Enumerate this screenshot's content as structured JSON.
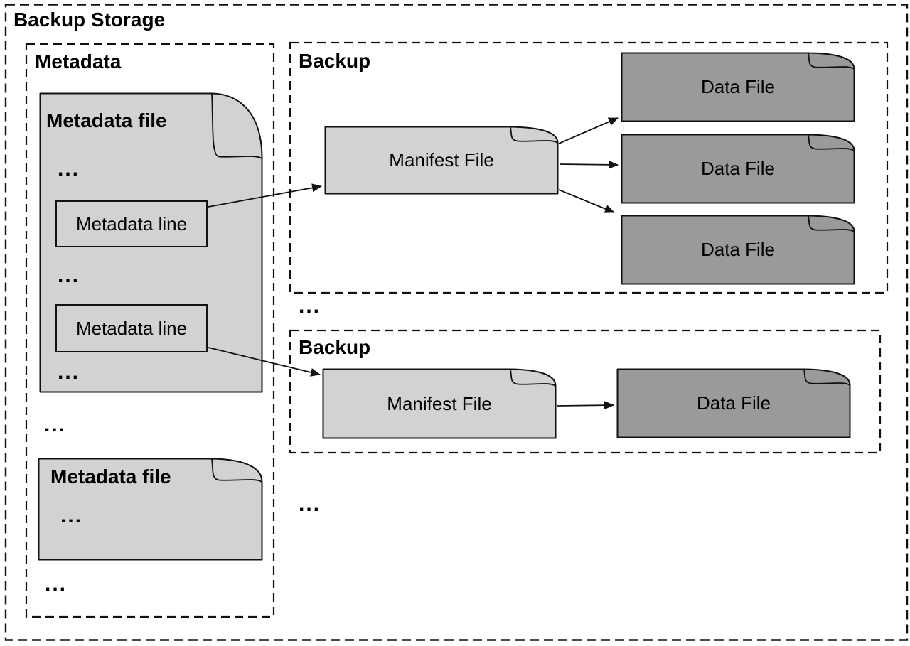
{
  "diagram": {
    "title": "Backup Storage",
    "metadata_section": {
      "label": "Metadata",
      "file1": {
        "title": "Metadata file",
        "ellipsis1": "...",
        "line1": "Metadata line",
        "ellipsis2": "...",
        "line2": "Metadata line",
        "ellipsis3": "..."
      },
      "ellipsis_between_files": "...",
      "file2": {
        "title": "Metadata file",
        "ellipsis": "..."
      },
      "ellipsis_end": "..."
    },
    "backup1": {
      "label": "Backup",
      "manifest_label": "Manifest File",
      "data_files": [
        "Data File",
        "Data File",
        "Data File"
      ]
    },
    "ellipsis_between_backups": "...",
    "backup2": {
      "label": "Backup",
      "manifest_label": "Manifest File",
      "data_files": [
        "Data File"
      ]
    },
    "ellipsis_bottom": "...",
    "colors": {
      "light_file": "#d2d2d2",
      "dark_file": "#9a9a9a",
      "border": "#111111"
    }
  }
}
